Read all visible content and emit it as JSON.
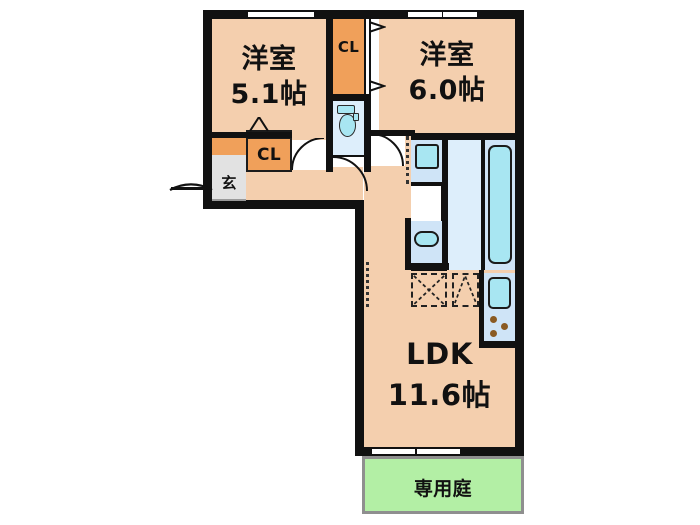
{
  "plan": {
    "title": "apartment-floor-plan",
    "unit_suffix": "帖",
    "colors": {
      "room_fill": "#f4cfae",
      "closet_fill": "#f0a05a",
      "genkan_fill": "#e2e2e2",
      "garden_fill": "#b3efa5",
      "water_fill": "#cfe4f7",
      "water_light_fill": "#ddeefb",
      "tub_fill": "#a8e6f2",
      "wall": "#111111",
      "background": "#ffffff"
    }
  },
  "rooms": [
    {
      "key": "washitsu_left",
      "name": "洋室",
      "size": "5.1帖"
    },
    {
      "key": "washitsu_right",
      "name": "洋室",
      "size": "6.0帖"
    },
    {
      "key": "ldk",
      "name": "LDK",
      "size": "11.6帖"
    }
  ],
  "labels": {
    "closet_top": "CL",
    "closet_hall": "CL",
    "genkan": "玄",
    "garden": "専用庭"
  },
  "fixtures": [
    {
      "key": "toilet",
      "name": "toilet-fixture"
    },
    {
      "key": "bathtub",
      "name": "bathtub-fixture"
    },
    {
      "key": "vanity_sink",
      "name": "vanity-sink-fixture"
    },
    {
      "key": "kitchen_sink",
      "name": "kitchen-sink-fixture"
    },
    {
      "key": "gas_stove",
      "name": "gas-stove-fixture"
    },
    {
      "key": "washer_pan",
      "name": "washing-machine-pan"
    },
    {
      "key": "appliance_slot_1",
      "name": "appliance-space-left"
    },
    {
      "key": "appliance_slot_2",
      "name": "appliance-space-right"
    }
  ]
}
